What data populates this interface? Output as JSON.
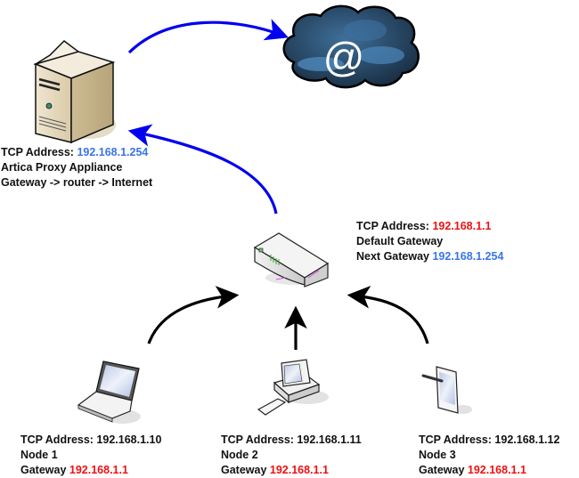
{
  "colors": {
    "uplink_arrow": "#0000ee",
    "node_arrow": "#000000",
    "proxy_ip": "#3a74e8",
    "gateway_ip": "#ee1111",
    "text": "#111111"
  },
  "proxy": {
    "icon": "server-tower-icon",
    "tcp_label": "TCP Address: ",
    "tcp_ip": "192.168.1.254",
    "line2": "Artica Proxy Appliance",
    "line3": "Gateway -> router -> Internet"
  },
  "internet": {
    "icon": "internet-cloud-icon",
    "symbol": "@"
  },
  "router": {
    "icon": "router-icon",
    "tcp_label": "TCP Address: ",
    "tcp_ip": "192.168.1.1",
    "line2": "Default Gateway",
    "next_label": "Next Gateway ",
    "next_ip": "192.168.1.254"
  },
  "nodes": [
    {
      "icon": "laptop-icon",
      "tcp": "TCP Address: 192.168.1.10",
      "name": "Node 1",
      "gw_label": "Gateway ",
      "gw_ip": "192.168.1.1"
    },
    {
      "icon": "desktop-computer-icon",
      "tcp": "TCP Address: 192.168.1.11",
      "name": "Node 2",
      "gw_label": "Gateway ",
      "gw_ip": "192.168.1.1"
    },
    {
      "icon": "tablet-icon",
      "tcp": "TCP Address: 192.168.1.12",
      "name": "Node 3",
      "gw_label": "Gateway ",
      "gw_ip": "192.168.1.1"
    }
  ],
  "connections": [
    {
      "from": "proxy",
      "to": "internet",
      "style": "blue"
    },
    {
      "from": "router",
      "to": "proxy",
      "style": "blue"
    },
    {
      "from": "node-1",
      "to": "router",
      "style": "black"
    },
    {
      "from": "node-2",
      "to": "router",
      "style": "black"
    },
    {
      "from": "node-3",
      "to": "router",
      "style": "black"
    }
  ]
}
